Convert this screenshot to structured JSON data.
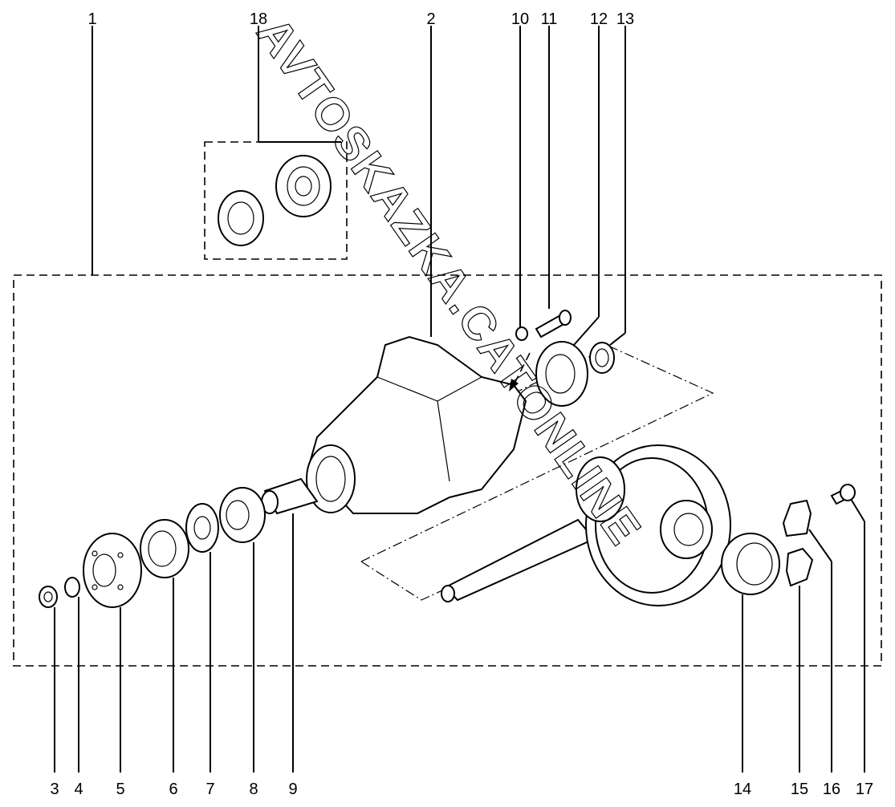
{
  "callouts": [
    {
      "id": "c1",
      "label": "1"
    },
    {
      "id": "c2",
      "label": "2"
    },
    {
      "id": "c3",
      "label": "3"
    },
    {
      "id": "c4",
      "label": "4"
    },
    {
      "id": "c5",
      "label": "5"
    },
    {
      "id": "c6",
      "label": "6"
    },
    {
      "id": "c7",
      "label": "7"
    },
    {
      "id": "c8",
      "label": "8"
    },
    {
      "id": "c9",
      "label": "9"
    },
    {
      "id": "c10",
      "label": "10"
    },
    {
      "id": "c11",
      "label": "11"
    },
    {
      "id": "c12",
      "label": "12"
    },
    {
      "id": "c13",
      "label": "13"
    },
    {
      "id": "c14",
      "label": "14"
    },
    {
      "id": "c15",
      "label": "15"
    },
    {
      "id": "c16",
      "label": "16"
    },
    {
      "id": "c17",
      "label": "17"
    },
    {
      "id": "c18",
      "label": "18"
    }
  ],
  "watermark": "AVTOSKAZKA.CATONLINE"
}
